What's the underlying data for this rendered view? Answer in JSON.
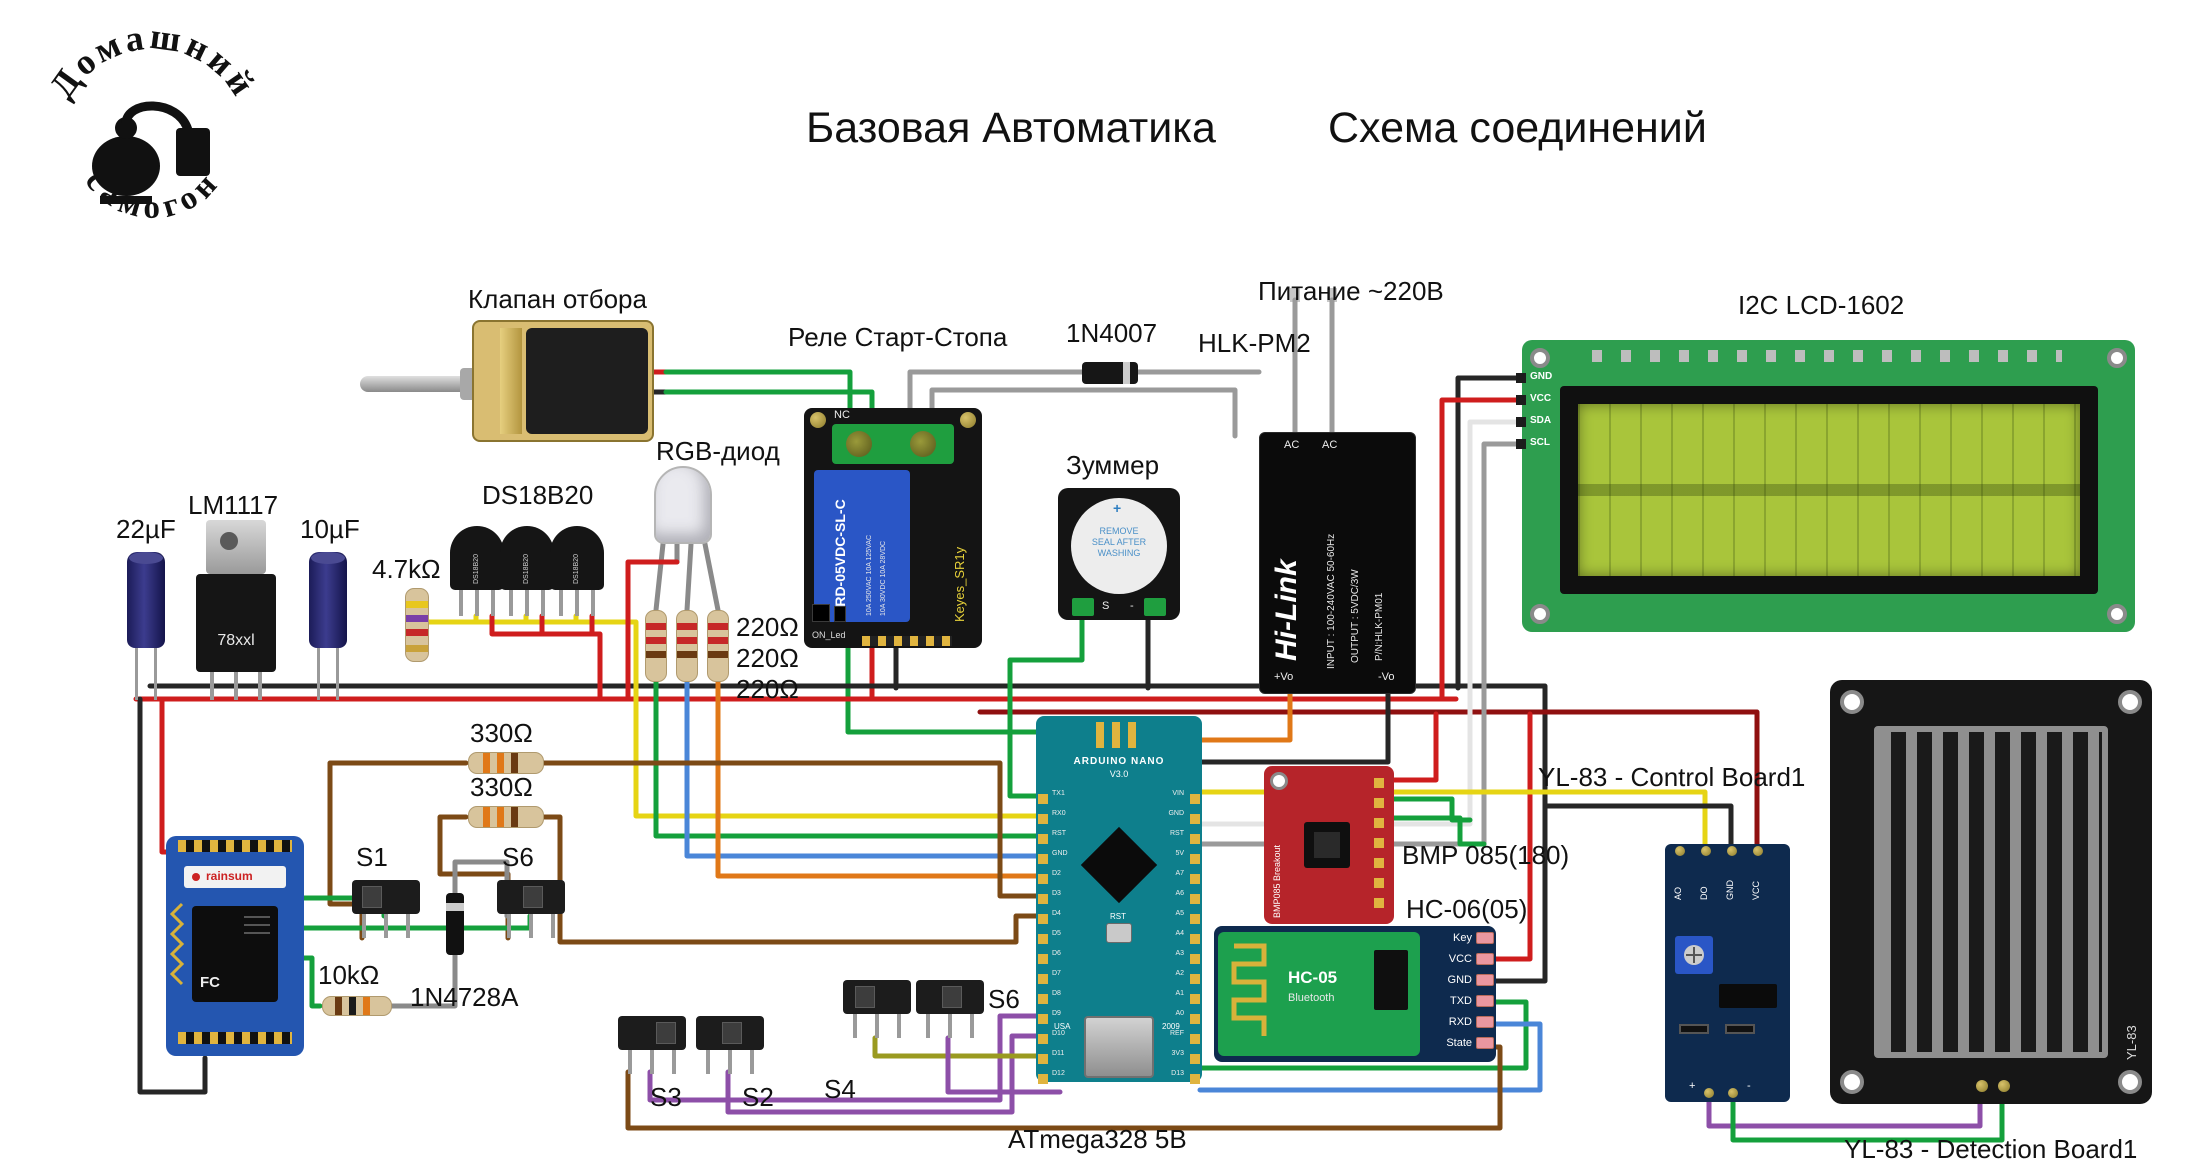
{
  "title": {
    "left": "Базовая Автоматика",
    "right": "Схема соединений"
  },
  "logo": {
    "arc_top": "Домашний",
    "arc_bottom": "самогон"
  },
  "components": {
    "valve": {
      "label": "Клапан отбора"
    },
    "relay": {
      "label": "Реле Старт-Стопа",
      "model": "SRD-05VDC-SL-C",
      "brand": "Keyes_SR1y",
      "terminal": "NC",
      "ratings_a": "10A 250VAC 10A 125VAC",
      "ratings_b": "10A 30VDC 10A 28VDC",
      "bottom_text": "ON_Led"
    },
    "diode_rectifier": {
      "label": "1N4007"
    },
    "power_input": {
      "label": "Питание ~220В"
    },
    "psu": {
      "label": "HLK-PM2",
      "brand": "Hi-Link",
      "line_input": "INPUT : 100-240VAC 50-60Hz",
      "line_output": "OUTPUT : 5VDC/3W",
      "line_part": "P/N:HLK-PM01",
      "pin_ac_1": "AC",
      "pin_ac_2": "AC",
      "pin_vo_plus": "+Vo",
      "pin_vo_minus": "-Vo"
    },
    "lcd": {
      "label": "I2C LCD-1602",
      "pins": [
        "GND",
        "VCC",
        "SDA",
        "SCL"
      ]
    },
    "rgb_led": {
      "label": "RGB-диод"
    },
    "temp_sensors": {
      "label": "DS18B20",
      "marking": "DS18B20"
    },
    "regulator": {
      "label": "LM1117",
      "marking": "78xxl"
    },
    "cap_22": {
      "label": "22µF"
    },
    "cap_10": {
      "label": "10µF"
    },
    "res_4k7": {
      "label": "4.7kΩ"
    },
    "res_220": {
      "labels": [
        "220Ω",
        "220Ω",
        "220Ω"
      ]
    },
    "res_330": {
      "labels": [
        "330Ω",
        "330Ω"
      ]
    },
    "res_10k": {
      "label": "10kΩ"
    },
    "diode_zener": {
      "label": "1N4728A"
    },
    "buzzer": {
      "label": "Зуммер",
      "seal_text": "REMOVE SEAL AFTER WASHING",
      "plus": "+",
      "pin_s": "S",
      "pin_minus": "-"
    },
    "arduino": {
      "label": "ATmega328 5В",
      "brand": "ARDUINO NANO",
      "version": "V3.0",
      "reset": "RST",
      "usa": "USA",
      "year": "2009",
      "pins_left": [
        "TX1",
        "RX0",
        "RST",
        "GND",
        "D2",
        "D3",
        "D4",
        "D5",
        "D6",
        "D7",
        "D8",
        "D9",
        "D10",
        "D11",
        "D12"
      ],
      "pins_right": [
        "VIN",
        "GND",
        "RST",
        "5V",
        "A7",
        "A6",
        "A5",
        "A4",
        "A3",
        "A2",
        "A1",
        "A0",
        "REF",
        "3V3",
        "D13"
      ]
    },
    "bluetooth": {
      "label": "HC-06(05)",
      "chip": "HC-05",
      "chip_sub": "Bluetooth",
      "pins": [
        "Key",
        "VCC",
        "GND",
        "TXD",
        "RXD",
        "State"
      ]
    },
    "pressure": {
      "label": "BMP 085(180)",
      "marking": "BMP085 Breakout"
    },
    "rain_control": {
      "label": "YL-83 - Control Board1",
      "pins_top": [
        "AO",
        "DO",
        "GND",
        "VCC"
      ],
      "pin_plus": "+",
      "pin_minus": "-"
    },
    "rain_plate": {
      "label": "YL-83 - Detection Board1",
      "marking": "YL-83"
    },
    "wifi_module": {
      "brand": "rainsum",
      "mark": "FC"
    },
    "switches": {
      "s1": "S1",
      "s6_top": "S6",
      "s3": "S3",
      "s2": "S2",
      "s4": "S4",
      "s6_bottom": "S6"
    }
  },
  "colors": {
    "arduino_teal": "#0e7f8c",
    "pcb_green": "#2e9e4f",
    "hc_green": "#1da04e",
    "pcb_red": "#b6242a",
    "pcb_navy": "#0e2a4e",
    "relay_blue": "#2a56c6",
    "module_blue": "#2456b0",
    "lcd_screen": "#a9c53b",
    "valve_tan": "#d9bd72",
    "board_black": "#141414",
    "terminal_green": "#1f9e3f",
    "pin_gold": "#e0b43f"
  }
}
